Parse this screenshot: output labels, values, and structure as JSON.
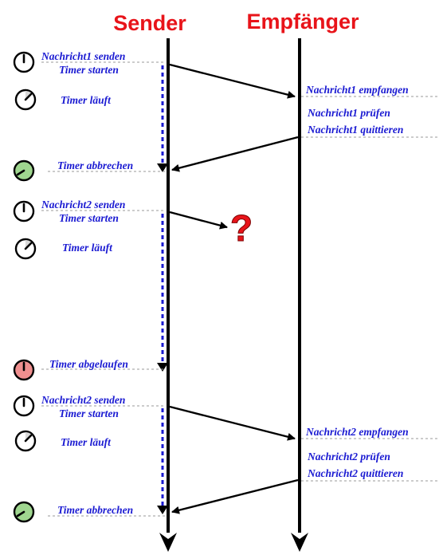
{
  "headers": {
    "sender": "Sender",
    "receiver": "Empfänger"
  },
  "colors": {
    "header": "#e8141a",
    "label": "#1a1ad2",
    "line": "#000000",
    "timer_dash": "#1a1ad2",
    "guide": "#9a9a9a",
    "clock_running": "#ffffff",
    "clock_stopped": "#9fd68f",
    "clock_expired": "#ef8f8f",
    "question": "#e8141a"
  },
  "question_mark": "?",
  "sender_labels": {
    "n1_send": "Nachricht1 senden",
    "t1_start": "Timer starten",
    "t1_run": "Timer läuft",
    "t1_cancel": "Timer abbrechen",
    "n2_send": "Nachricht2 senden",
    "t2_start": "Timer starten",
    "t2_run": "Timer läuft",
    "t2_expired": "Timer abgelaufen",
    "n3_send": "Nachricht2 senden",
    "t3_start": "Timer starten",
    "t3_run": "Timer läuft",
    "t3_cancel": "Timer abbrechen"
  },
  "receiver_labels": {
    "n1_recv": "Nachricht1 empfangen",
    "n1_check": "Nachricht1 prüfen",
    "n1_ack": "Nachricht1 quittieren",
    "n2_recv": "Nachricht2 empfangen",
    "n2_check": "Nachricht2 prüfen",
    "n2_ack": "Nachricht2 quittieren"
  },
  "clocks": [
    {
      "name": "clock-send-1-icon",
      "state": "start"
    },
    {
      "name": "clock-running-1-icon",
      "state": "running"
    },
    {
      "name": "clock-cancel-1-icon",
      "state": "stopped"
    },
    {
      "name": "clock-send-2-icon",
      "state": "start"
    },
    {
      "name": "clock-running-2-icon",
      "state": "running"
    },
    {
      "name": "clock-expired-icon",
      "state": "expired"
    },
    {
      "name": "clock-send-3-icon",
      "state": "start"
    },
    {
      "name": "clock-running-3-icon",
      "state": "running"
    },
    {
      "name": "clock-cancel-2-icon",
      "state": "stopped"
    }
  ]
}
